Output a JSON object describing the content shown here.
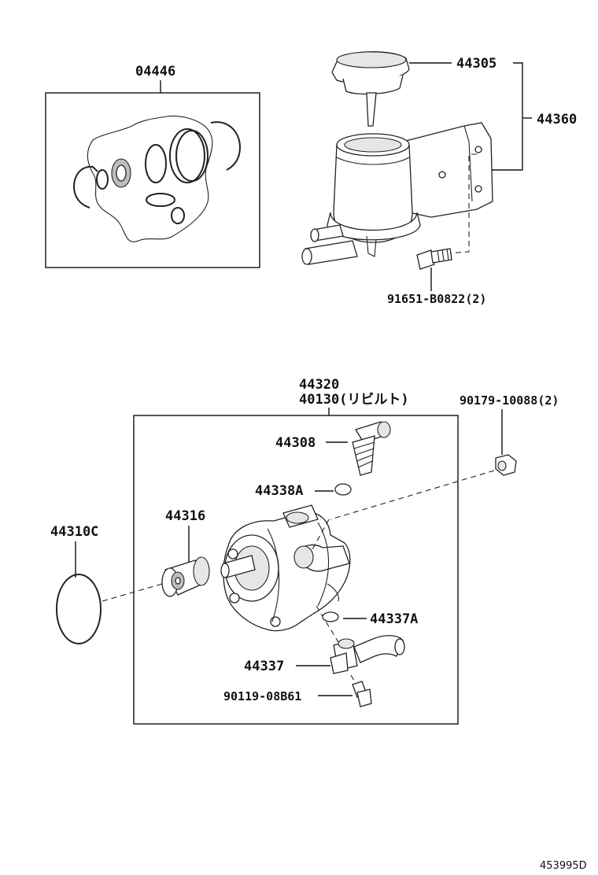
{
  "parts": {
    "seal_kit": "04446",
    "cap": "44305",
    "reservoir": "44360",
    "reservoir_bolt": "91651-B0822(2)",
    "pump_assy": "44320",
    "pump_rebuilt": "40130(リビルト)",
    "nut": "90179-10088(2)",
    "union_bolt": "44308",
    "o_ring_a": "44338A",
    "o_ring_large": "44310C",
    "pulley": "44316",
    "o_ring_b": "44337A",
    "union": "44337",
    "union_screw": "90119-08B61"
  },
  "figure_id": "453995D"
}
